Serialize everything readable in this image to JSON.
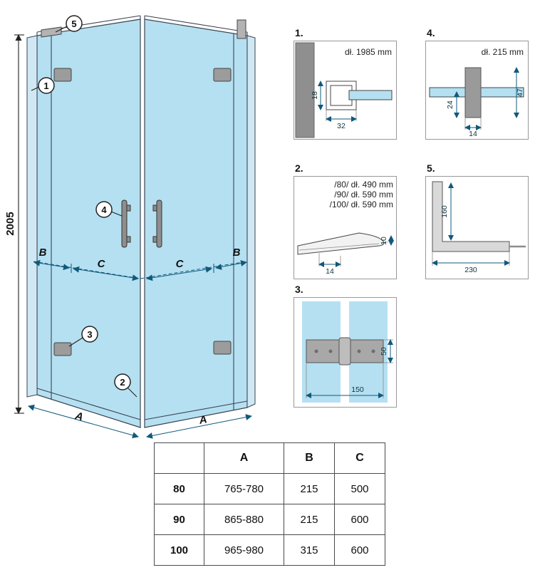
{
  "main": {
    "height": "2005",
    "labels": {
      "b_left": "B",
      "c_left": "C",
      "c_right": "C",
      "b_right": "B",
      "a_left": "A",
      "a_right": "A"
    },
    "callouts": [
      "1",
      "2",
      "3",
      "4",
      "5"
    ]
  },
  "details": {
    "d1": {
      "num": "1.",
      "length": "dł. 1985 mm",
      "dim_h": "18",
      "dim_w": "32"
    },
    "d2": {
      "num": "2.",
      "line1": "/80/ dł. 490 mm",
      "line2": "/90/ dł. 590 mm",
      "line3": "/100/ dł. 590 mm",
      "dim_w": "14",
      "dim_h": "10"
    },
    "d3": {
      "num": "3.",
      "dim_w": "150",
      "dim_h": "50"
    },
    "d4": {
      "num": "4.",
      "length": "dł. 215 mm",
      "dim_a": "24",
      "dim_b": "47",
      "dim_c": "14"
    },
    "d5": {
      "num": "5.",
      "dim_v": "160",
      "dim_h": "230"
    }
  },
  "table": {
    "headers": [
      "",
      "A",
      "B",
      "C"
    ],
    "rows": [
      {
        "size": "80",
        "a": "765-780",
        "b": "215",
        "c": "500"
      },
      {
        "size": "90",
        "a": "865-880",
        "b": "215",
        "c": "600"
      },
      {
        "size": "100",
        "a": "965-980",
        "b": "315",
        "c": "600"
      }
    ]
  }
}
